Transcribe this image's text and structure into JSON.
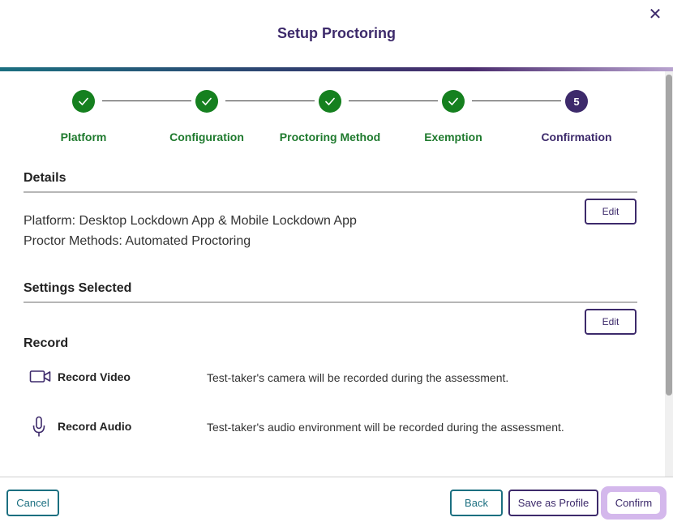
{
  "dialog": {
    "title": "Setup Proctoring",
    "close_glyph": "✕"
  },
  "stepper": {
    "steps": [
      {
        "label": "Platform",
        "status": "complete",
        "icon": "check-icon"
      },
      {
        "label": "Configuration",
        "status": "complete",
        "icon": "check-icon"
      },
      {
        "label": "Proctoring Method",
        "status": "complete",
        "icon": "check-icon"
      },
      {
        "label": "Exemption",
        "status": "complete",
        "icon": "check-icon"
      },
      {
        "label": "Confirmation",
        "status": "current",
        "number": "5"
      }
    ]
  },
  "details": {
    "heading": "Details",
    "edit_label": "Edit",
    "platform_line": "Platform: Desktop Lockdown App & Mobile Lockdown App",
    "methods_line": "Proctor Methods: Automated Proctoring"
  },
  "settings": {
    "heading": "Settings Selected",
    "edit_label": "Edit",
    "record_heading": "Record",
    "items": [
      {
        "icon": "video-camera-icon",
        "label": "Record Video",
        "description": "Test-taker's camera will be recorded during the assessment."
      },
      {
        "icon": "microphone-icon",
        "label": "Record Audio",
        "description": "Test-taker's audio environment will be recorded during the assessment."
      }
    ]
  },
  "footer": {
    "cancel_label": "Cancel",
    "back_label": "Back",
    "save_label": "Save as Profile",
    "confirm_label": "Confirm"
  },
  "colors": {
    "brand_purple": "#3d2a6b",
    "success_green": "#15801f",
    "teal": "#1b6f80",
    "focus_ring": "#d4b8ec"
  }
}
